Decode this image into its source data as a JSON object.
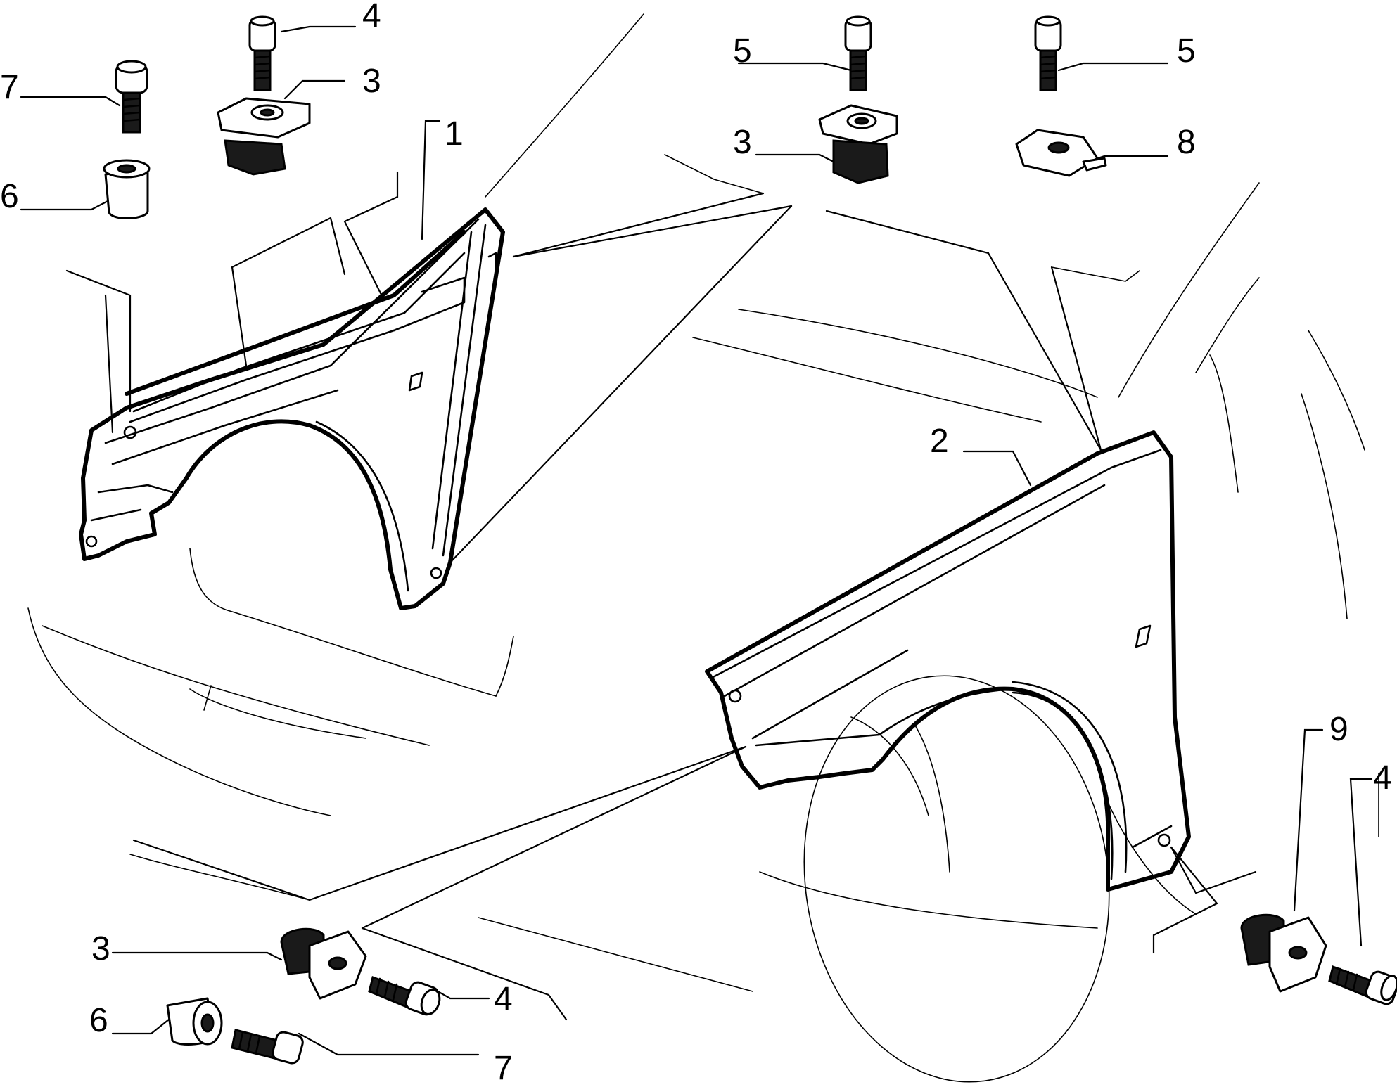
{
  "callouts": {
    "c1": "1",
    "c2": "2",
    "c3a": "3",
    "c3b": "3",
    "c3c": "3",
    "c4a": "4",
    "c4b": "4",
    "c4c": "4",
    "c5a": "5",
    "c5b": "5",
    "c6a": "6",
    "c6b": "6",
    "c7a": "7",
    "c7b": "7",
    "c8": "8",
    "c9": "9"
  }
}
